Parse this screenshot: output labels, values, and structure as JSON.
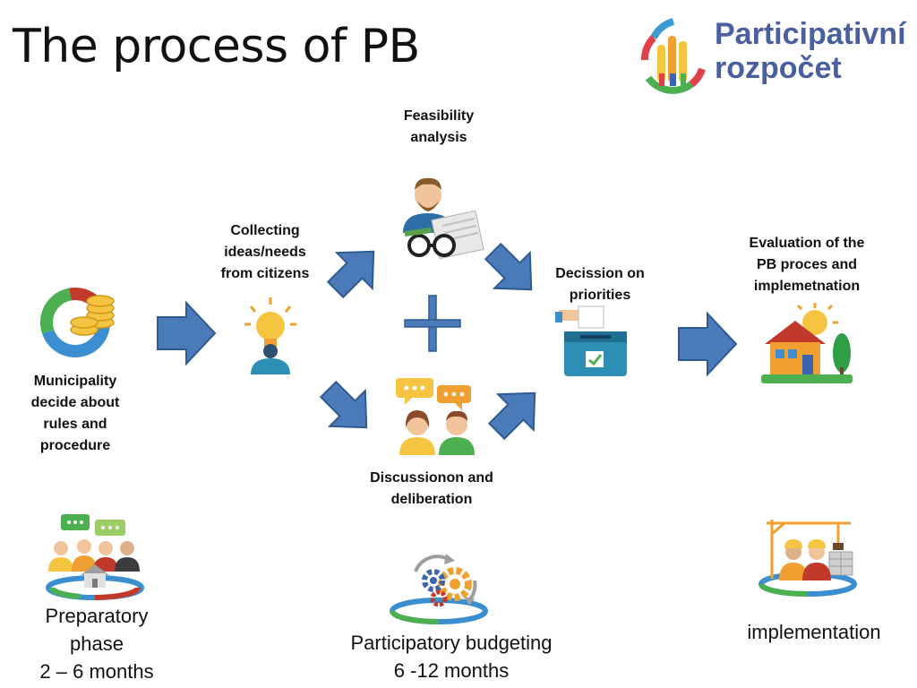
{
  "title": "The process of PB",
  "logo": {
    "line1": "Participativní",
    "line2": "rozpočet"
  },
  "steps": {
    "municipality": [
      "Municipality",
      "decide about",
      "rules and",
      "procedure"
    ],
    "collecting": [
      "Collecting",
      "ideas/needs",
      "from citizens"
    ],
    "feasibility": [
      "Feasibility",
      "analysis"
    ],
    "discussion": [
      "Discussionon and",
      "deliberation"
    ],
    "decision": [
      "Decission on",
      "priorities"
    ],
    "evaluation": [
      "Evaluation of the",
      "PB proces and",
      "implemetnation"
    ]
  },
  "phases": {
    "preparatory": [
      "Preparatory",
      "phase",
      "2 – 6 months"
    ],
    "pb": [
      "Participatory budgeting",
      "6 -12 months"
    ],
    "implementation": [
      "implementation"
    ]
  },
  "colors": {
    "arrow_fill": "#4a7ab8",
    "arrow_stroke": "#2d5a93",
    "logo_text": "#4a5fa0"
  }
}
